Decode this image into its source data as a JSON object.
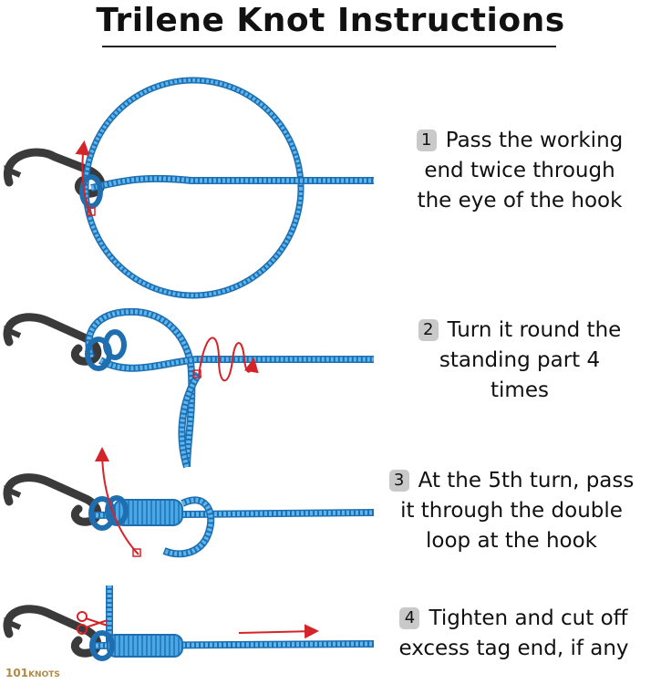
{
  "title": "Trilene Knot Instructions",
  "steps": [
    {
      "number": "1",
      "text_lines": [
        "Pass the working",
        "end twice through",
        "the eye of the hook"
      ]
    },
    {
      "number": "2",
      "text_lines": [
        "Turn it round the",
        "standing part 4",
        "times"
      ]
    },
    {
      "number": "3",
      "text_lines": [
        "At the 5th turn, pass",
        "it through the double",
        "loop at the hook"
      ]
    },
    {
      "number": "4",
      "text_lines": [
        "Tighten and cut off",
        "excess tag end, if any"
      ]
    }
  ],
  "logo": {
    "prefix": "101",
    "name": "KNOTS"
  },
  "colors": {
    "rope": "#3a9ad9",
    "rope_outline": "#1f6fb0",
    "hook": "#3a3a3a",
    "arrow": "#d4242a"
  },
  "icons": [
    "hook-icon",
    "rope-illustration",
    "arrow-icon",
    "scissors-icon"
  ]
}
